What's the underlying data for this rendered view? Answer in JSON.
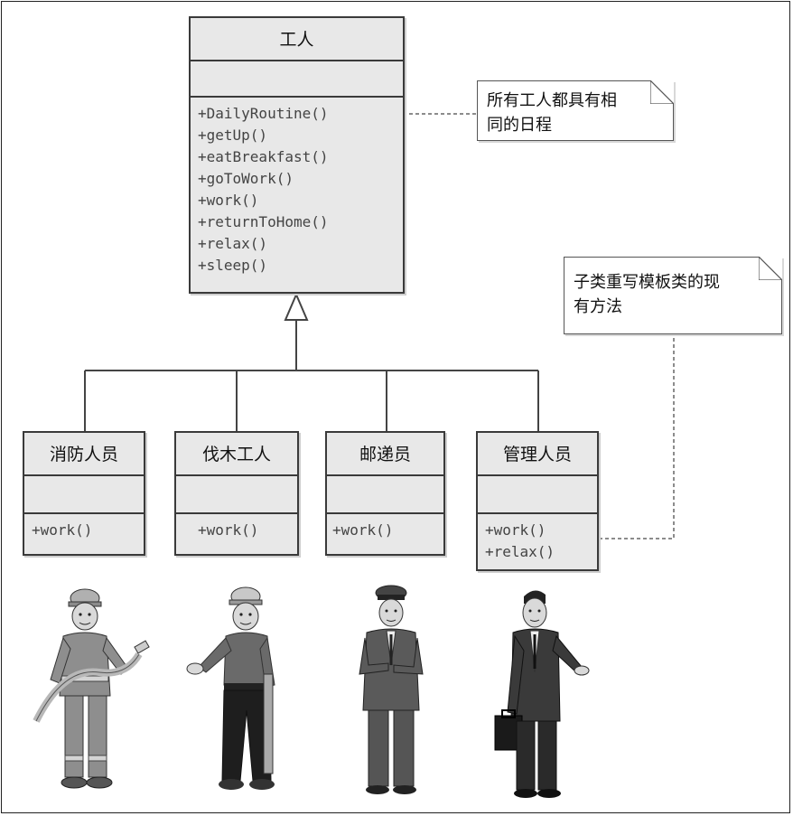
{
  "diagram": {
    "base_class": {
      "name": "工人",
      "operations": [
        "+DailyRoutine()",
        "+getUp()",
        "+eatBreakfast()",
        "+goToWork()",
        "+work()",
        "+returnToHome()",
        "+relax()",
        "+sleep()"
      ]
    },
    "subclasses": [
      {
        "name": "消防人员",
        "operations": [
          "+work()"
        ]
      },
      {
        "name": "伐木工人",
        "operations": [
          "+work()"
        ]
      },
      {
        "name": "邮递员",
        "operations": [
          "+work()"
        ]
      },
      {
        "name": "管理人员",
        "operations": [
          "+work()",
          "+relax()"
        ]
      }
    ],
    "notes": [
      {
        "text_line1": "所有工人都具有相",
        "text_line2": "同的日程"
      },
      {
        "text_line1": "子类重写模板类的现",
        "text_line2": "有方法"
      }
    ],
    "colors": {
      "class_fill": "#e8e8e8",
      "border": "#3a3a3a",
      "note_fill": "#ffffff"
    },
    "icons": [
      "firefighter-figure",
      "lumberjack-figure",
      "postman-figure",
      "manager-figure"
    ]
  }
}
